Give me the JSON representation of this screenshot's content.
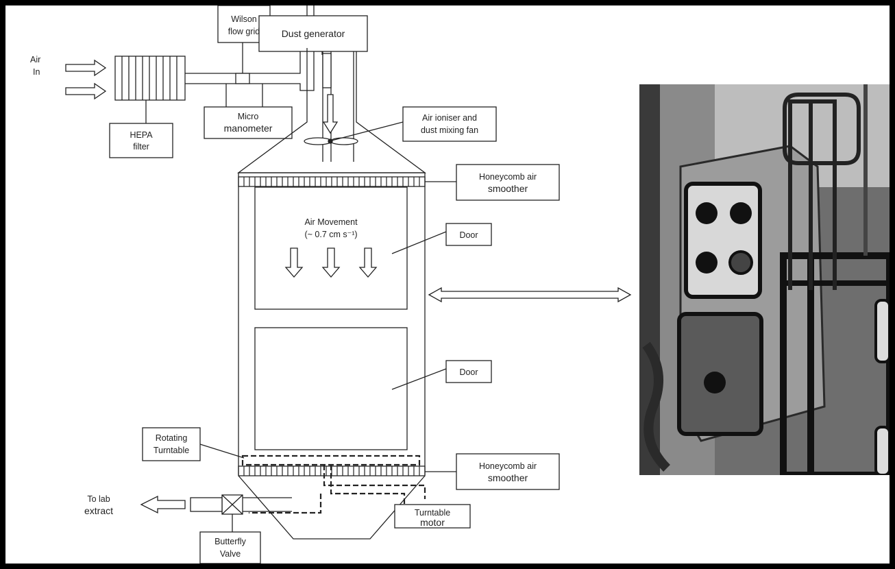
{
  "labels": {
    "air_in_1": "Air",
    "air_in_2": "In",
    "hepa_1": "HEPA",
    "hepa_2": "filter",
    "wilson_1": "Wilson",
    "wilson_2": "flow grid",
    "manometer_1": "Micro",
    "manometer_2": "manometer",
    "dust_generator": "Dust generator",
    "ioniser_1": "Air ioniser and",
    "ioniser_2": "dust mixing fan",
    "honeycomb_top_1": "Honeycomb air",
    "honeycomb_top_2": "smoother",
    "air_movement_1": "Air Movement",
    "air_movement_2": "(~ 0.7 cm s⁻¹)",
    "door_1": "Door",
    "door_2": "Door",
    "turntable_1": "Rotating",
    "turntable_2": "Turntable",
    "honeycomb_bottom_1": "Honeycomb air",
    "honeycomb_bottom_2": "smoother",
    "lab_extract_1": "To lab",
    "lab_extract_2": "extract",
    "butterfly_1": "Butterfly",
    "butterfly_2": "Valve",
    "motor_1": "Turntable",
    "motor_2": "motor"
  },
  "colors": {
    "frame": "#000000",
    "background": "#ffffff",
    "line": "#222222"
  }
}
